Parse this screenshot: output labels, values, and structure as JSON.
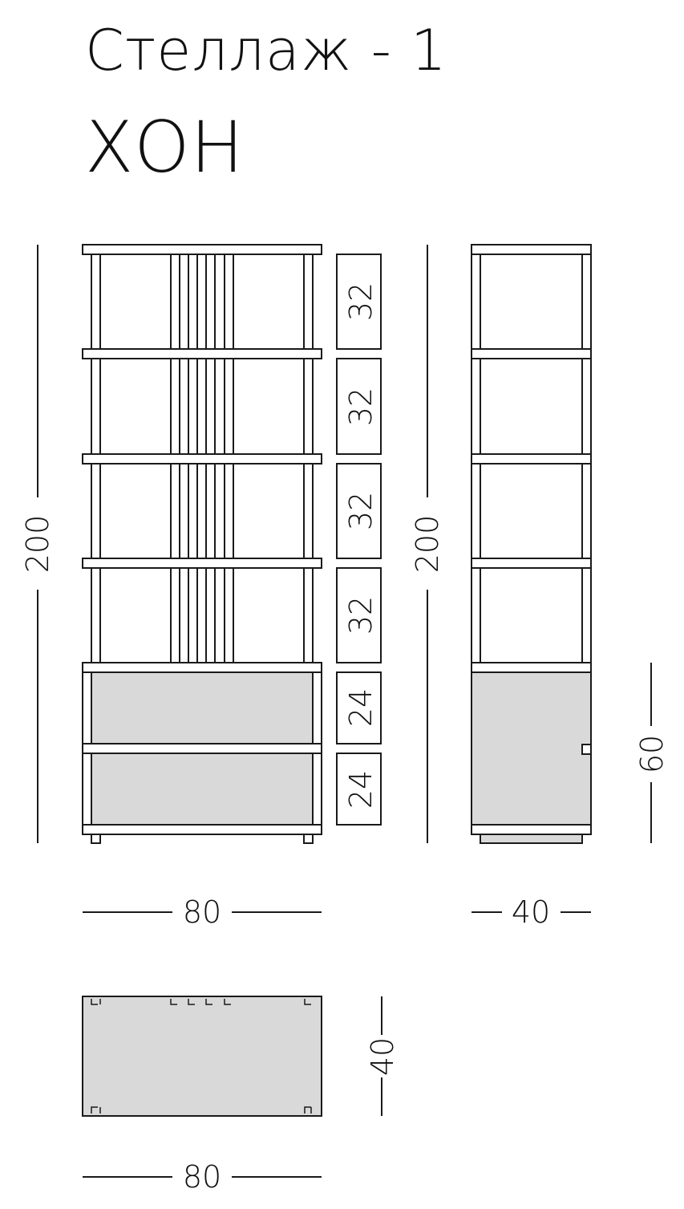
{
  "header": {
    "title": "Стеллаж - 1",
    "subtitle": "ХОН"
  },
  "front_view": {
    "height": "200",
    "width": "80",
    "section_heights": [
      "32",
      "32",
      "32",
      "32",
      "24",
      "24"
    ]
  },
  "side_view": {
    "height": "200",
    "depth": "40",
    "door_height": "60"
  },
  "top_view": {
    "width": "80",
    "depth": "40"
  },
  "colors": {
    "line": "#1a1a1a",
    "panel_fill": "#d9d9d9",
    "background": "#ffffff"
  }
}
